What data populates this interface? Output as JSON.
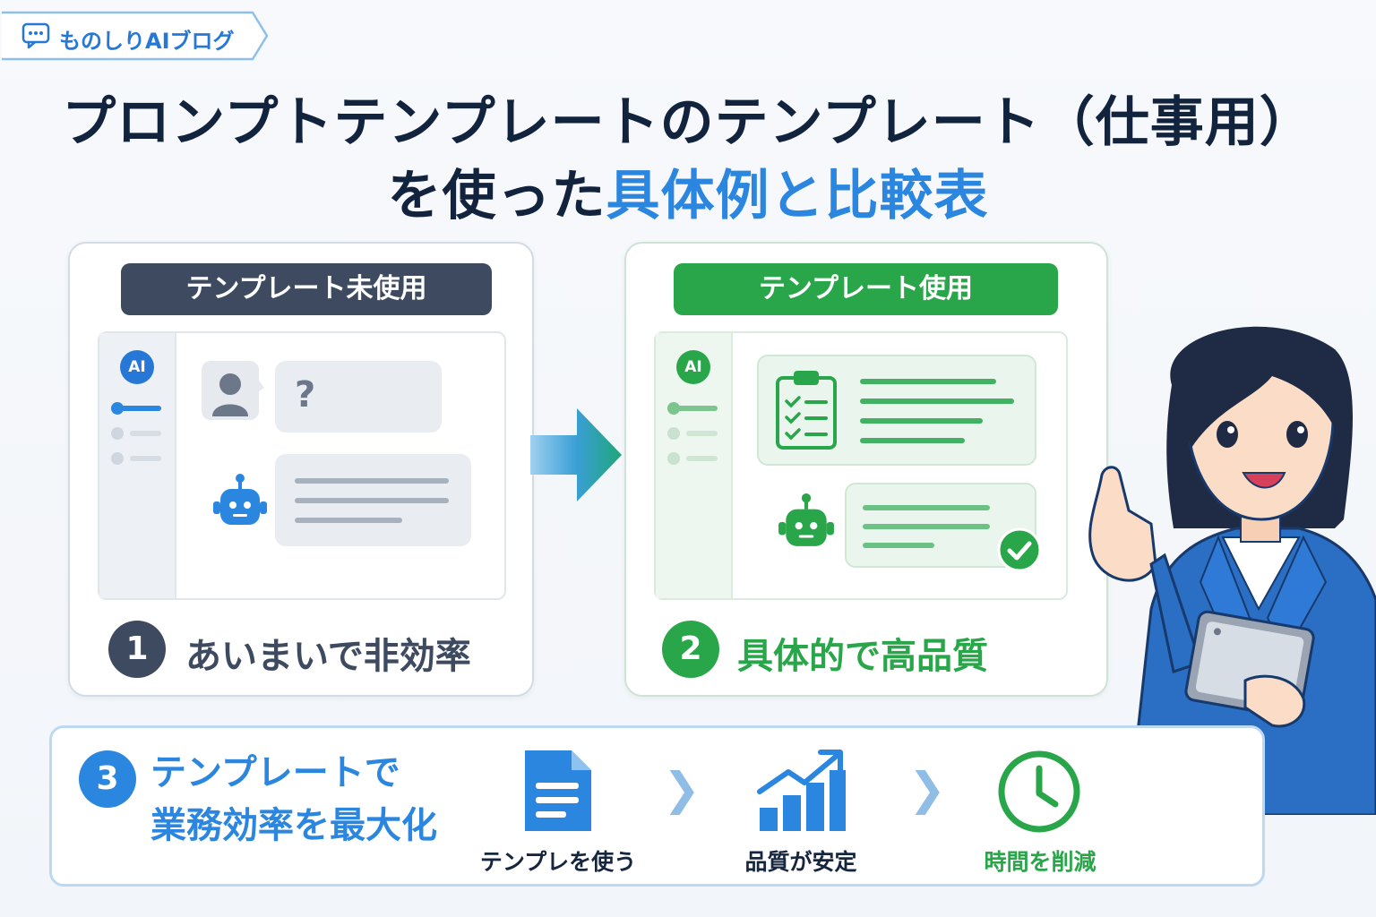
{
  "brand": {
    "name": "ものしりAIブログ"
  },
  "title": {
    "line1": "プロンプトテンプレートのテンプレート（仕事用）",
    "line2_prefix": "を使った",
    "line2_accent": "具体例と比較表"
  },
  "left_panel": {
    "label": "テンプレート未使用",
    "ai_badge": "AI",
    "question_mark": "?",
    "step_number": "1",
    "step_text": "あいまいで非効率"
  },
  "right_panel": {
    "label": "テンプレート使用",
    "ai_badge": "AI",
    "step_number": "2",
    "step_text": "具体的で高品質"
  },
  "bottom": {
    "step_number": "3",
    "line1": "テンプレートで",
    "line2": "業務効率を最大化",
    "flow": [
      {
        "label": "テンプレを使う",
        "icon": "document-icon"
      },
      {
        "label": "品質が安定",
        "icon": "growth-chart-icon"
      },
      {
        "label": "時間を削減",
        "icon": "clock-icon"
      }
    ]
  },
  "colors": {
    "navy": "#12233e",
    "blue": "#2b86e0",
    "green": "#2aa64a",
    "slate": "#3d4a60"
  }
}
